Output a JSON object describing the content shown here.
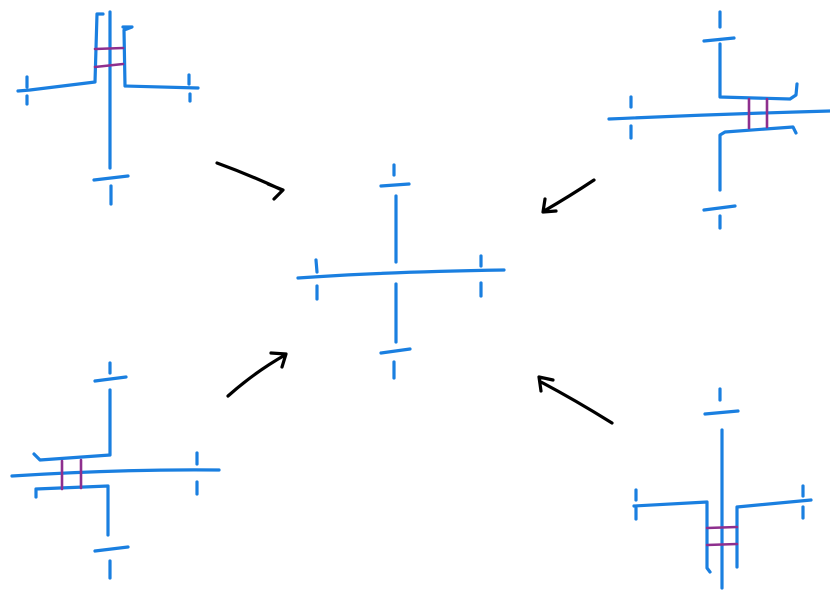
{
  "colors": {
    "line": "#1a7fe0",
    "link": "#8e2f8e",
    "arrow": "#000000",
    "background": "#ffffff"
  },
  "diagram": {
    "description_nodes": [
      "top-left-cross",
      "top-right-cross",
      "center-cross",
      "bottom-left-cross",
      "bottom-right-cross"
    ],
    "edges": [
      {
        "from": "top-left-cross",
        "to": "center-cross"
      },
      {
        "from": "top-right-cross",
        "to": "center-cross"
      },
      {
        "from": "bottom-left-cross",
        "to": "center-cross"
      },
      {
        "from": "bottom-right-cross",
        "to": "center-cross"
      }
    ]
  }
}
